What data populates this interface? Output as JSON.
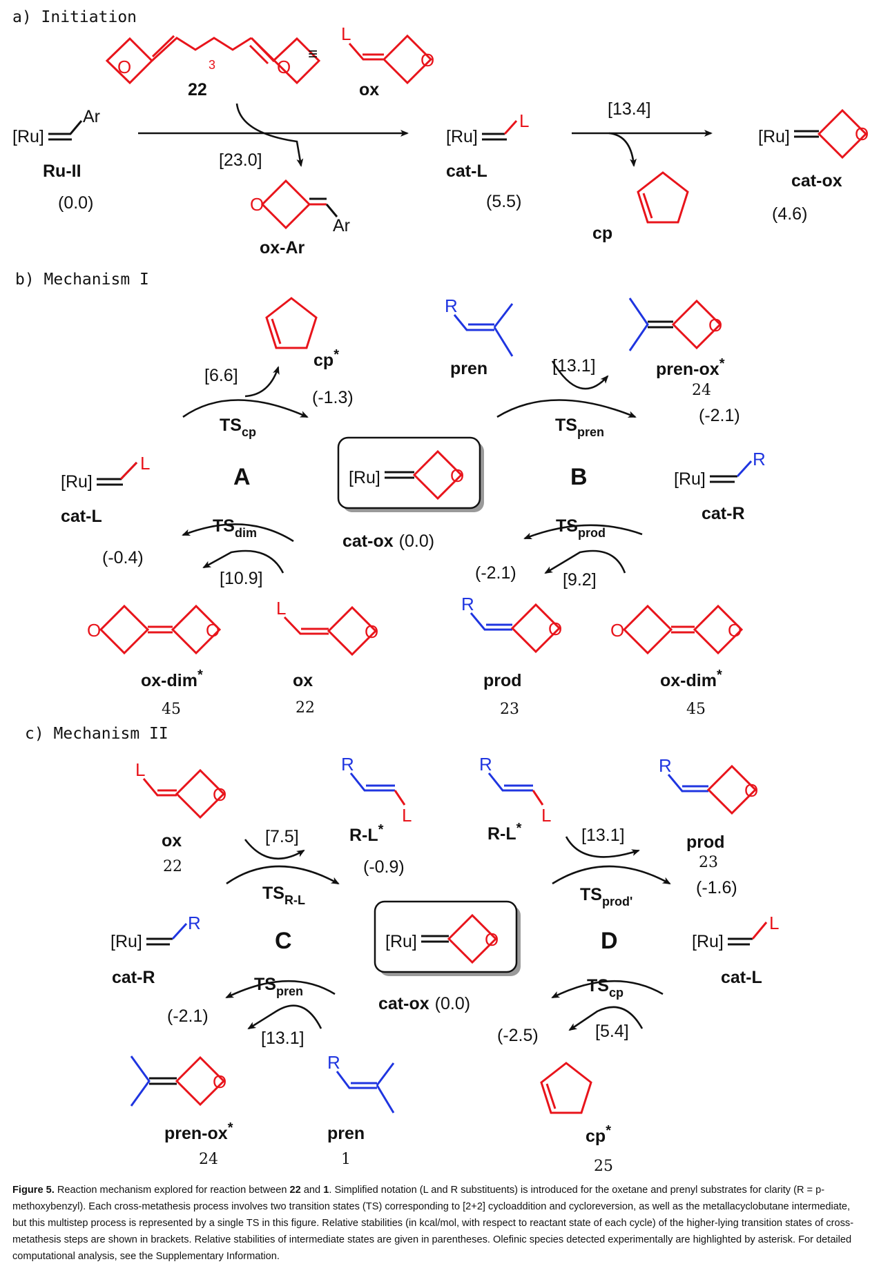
{
  "sections": {
    "a": "a) Initiation",
    "b": "b) Mechanism I",
    "c": "c) Mechanism II"
  },
  "common": {
    "ru": "[Ru]",
    "L": "L",
    "R": "R",
    "Ar": "Ar",
    "O": "O",
    "sub3": "3",
    "equiv": "≡",
    "star": "*"
  },
  "initiation": {
    "ru_ii": "Ru-II",
    "ru_ii_e": "(0.0)",
    "c22": "22",
    "ox": "ox",
    "ts1": "[23.0]",
    "ox_ar": "ox-Ar",
    "cat_l": "cat-L",
    "cat_l_e": "(5.5)",
    "ts2": "[13.4]",
    "cp": "cp",
    "cat_ox": "cat-ox",
    "cat_ox_e": "(4.6)"
  },
  "mech1": {
    "cp": "cp",
    "cp_e": "(-1.3)",
    "ts_cp_val": "[6.6]",
    "ts_cp": "TS",
    "ts_cp_sub": "cp",
    "pren": "pren",
    "ts_pren_val": "[13.1]",
    "ts_pren": "TS",
    "ts_pren_sub": "pren",
    "pren_ox": "pren-ox",
    "pren_ox_num": "24",
    "pren_ox_e": "(-2.1)",
    "cycA": "A",
    "cycB": "B",
    "cat_l": "cat-L",
    "cat_l_e": "(-0.4)",
    "cat_ox": "cat-ox",
    "cat_ox_e": "(0.0)",
    "cat_r": "cat-R",
    "ts_dim": "TS",
    "ts_dim_sub": "dim",
    "ts_dim_val": "[10.9]",
    "ts_prod": "TS",
    "ts_prod_sub": "prod",
    "ts_prod_val": "[9.2]",
    "prod_e": "(-2.1)",
    "ox_dim": "ox-dim",
    "ox_dim_num": "45",
    "ox": "ox",
    "ox_num": "22",
    "prod": "prod",
    "prod_num": "23"
  },
  "mech2": {
    "ox": "ox",
    "ox_num": "22",
    "ts_rl_val": "[7.5]",
    "ts_rl": "TS",
    "ts_rl_sub": "R-L",
    "rl": "R-L",
    "rl_e": "(-0.9)",
    "ts_prodp_val": "[13.1]",
    "ts_prodp": "TS",
    "ts_prodp_sub": "prod'",
    "prod": "prod",
    "prod_num": "23",
    "prod_e": "(-1.6)",
    "cycC": "C",
    "cycD": "D",
    "cat_r": "cat-R",
    "cat_ox": "cat-ox",
    "cat_ox_e": "(0.0)",
    "cat_l": "cat-L",
    "ts_pren": "TS",
    "ts_pren_sub": "pren",
    "ts_pren_val": "[13.1]",
    "pren_ox_e": "(-2.1)",
    "ts_cp": "TS",
    "ts_cp_sub": "cp",
    "ts_cp_val": "[5.4]",
    "cp_e": "(-2.5)",
    "pren_ox": "pren-ox",
    "pren_ox_num": "24",
    "pren": "pren",
    "pren_num": "1",
    "cp": "cp",
    "cp_num": "25"
  },
  "caption": {
    "fig": "Figure 5.",
    "p1": " Reaction mechanism explored for reaction between ",
    "n22": "22",
    "p2": " and ",
    "n1": "1",
    "p3": ". Simplified notation (L and R substituents) is introduced for the oxetane and prenyl substrates for clarity (R = p-methoxybenzyl). Each cross-metathesis process involves two transition states (TS) corresponding to [2+2] cycloaddition and cycloreversion, as well as the metallacyclobutane intermediate, but this multistep process is represented by a single TS in this figure. Relative stabilities (in kcal/mol, with respect to reactant state of each cycle) of the higher-lying transition states of cross-metathesis steps are shown in brackets. Relative stabilities of intermediate states are given in parentheses. Olefinic species detected experimentally are highlighted by asterisk. For detailed computational analysis, see the Supplementary Information."
  }
}
